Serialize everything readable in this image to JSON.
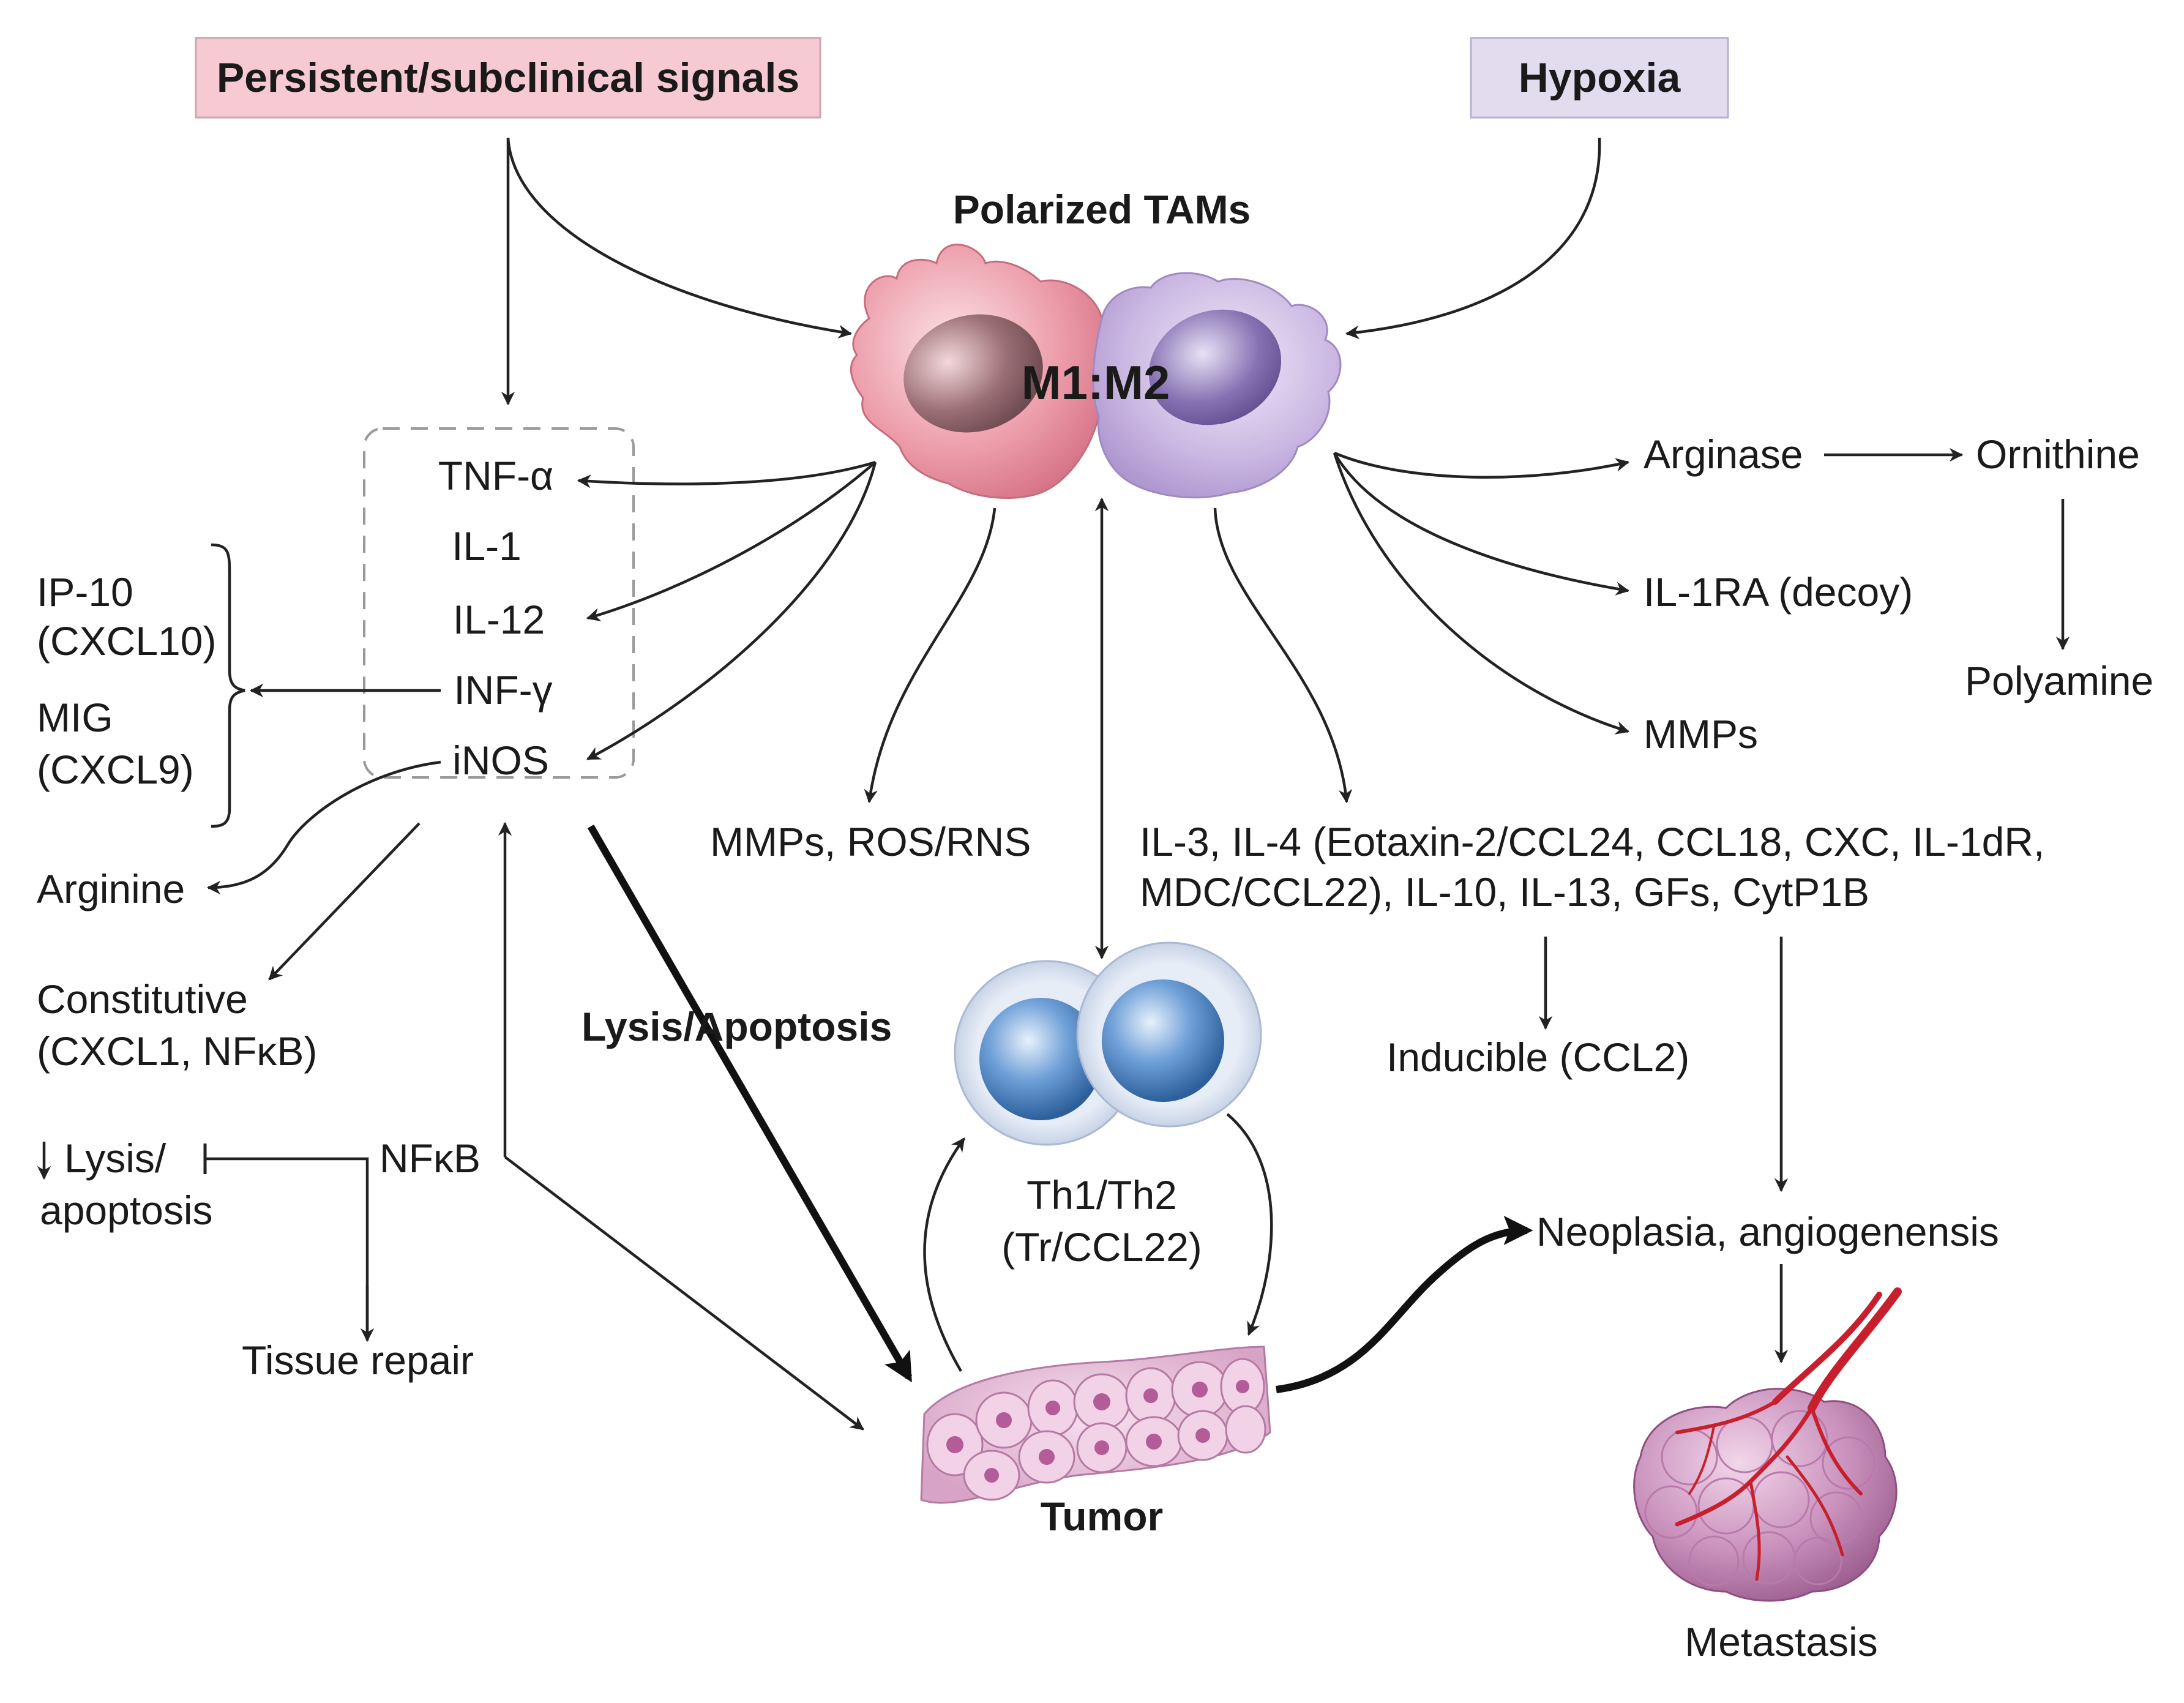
{
  "signals": {
    "persistent": "Persistent/subclinical signals",
    "hypoxia": "Hypoxia"
  },
  "tams": {
    "heading": "Polarized TAMs",
    "ratio": "M1:M2"
  },
  "m1_cytokines": [
    "TNF-α",
    "IL-1",
    "IL-12",
    "INF-γ",
    "iNOS"
  ],
  "chemokines": {
    "ip10": "IP-10",
    "cxcl10": "(CXCL10)",
    "mig": "MIG",
    "cxcl9": "(CXCL9)"
  },
  "left_outputs": {
    "arginine": "Arginine",
    "constitutive_1": "Constitutive",
    "constitutive_2": "(CXCL1, NFκB)",
    "lysis_1": "Lysis/",
    "lysis_2": "apoptosis",
    "nfkb": "NFκB",
    "tissue_repair": "Tissue repair",
    "lysis_apoptosis": "Lysis/Apoptosis"
  },
  "middle_outputs": {
    "mmps_ros": "MMPs, ROS/RNS",
    "m2_factors_1": "IL-3, IL-4 (Eotaxin-2/CCL24, CCL18, CXC, IL-1dR,",
    "m2_factors_2": "MDC/CCL22), IL-10, IL-13, GFs, CytP1B",
    "inducible": "Inducible (CCL2)"
  },
  "right_outputs": {
    "arginase": "Arginase",
    "ornithine": "Ornithine",
    "polyamine": "Polyamine",
    "il1ra": "IL-1RA (decoy)",
    "mmps": "MMPs",
    "neoplasia": "Neoplasia, angiogenensis",
    "metastasis": "Metastasis"
  },
  "lymphocytes": {
    "label_1": "Th1/Th2",
    "label_2": "(Tr/CCL22)"
  },
  "tumor": {
    "label": "Tumor"
  },
  "colors": {
    "persistent_box": "#f6c9d3",
    "hypoxia_box": "#e3dcef",
    "m1_cell": "#e7909f",
    "m2_cell": "#c9b6e0",
    "lymphocyte": "#4f86c6",
    "tumor_cell": "#d9a6cc",
    "vessel": "#c7202c"
  }
}
